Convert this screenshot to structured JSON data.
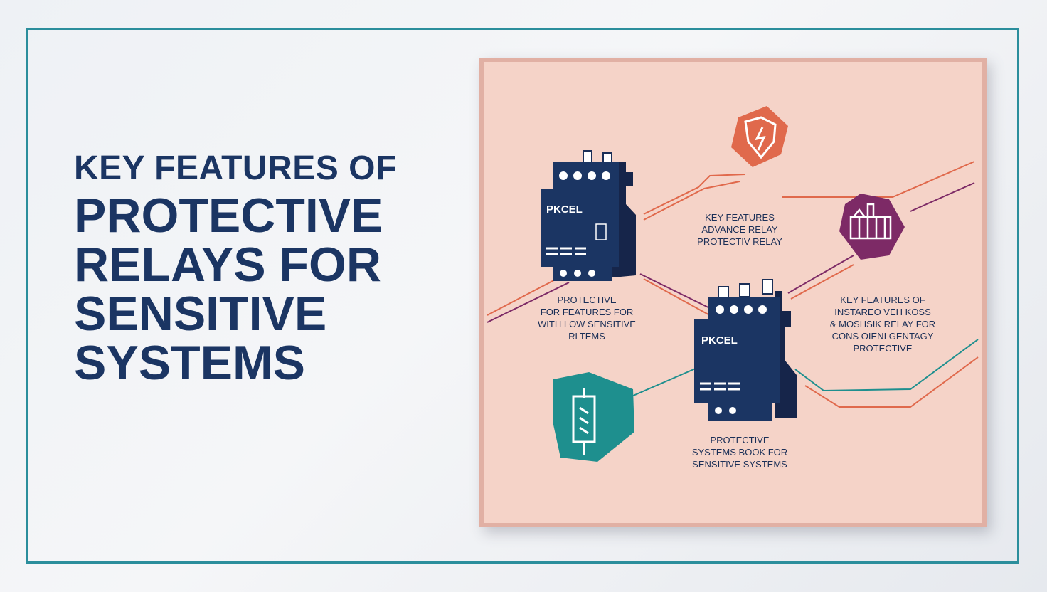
{
  "title": {
    "line1": "KEY FEATURES OF",
    "line2": "PROTECTIVE",
    "line3": "RELAYS FOR",
    "line4": "SENSITIVE",
    "line5": "SYSTEMS"
  },
  "infographic": {
    "relay_top_label": "PKCEL",
    "relay_center_label": "PKCEL",
    "caption_top": [
      "KEY FEATURES",
      "ADVANCE RELAY",
      "PROTECTIV RELAY"
    ],
    "caption_left": [
      "PROTECTIVE",
      "FOR FEATURES FOR",
      "WITH LOW SENSITIVE",
      "RLTEMS"
    ],
    "caption_right": [
      "KEY FEATURES OF",
      "INSTAREO VEH KOSS",
      "& MOSHSIK RELAY FOR",
      "CONS OIENI GENTAGY",
      "PROTECTIVE"
    ],
    "caption_bottom": [
      "PROTECTIVE",
      "SYSTEMS BOOK FOR",
      "SENSITIVE SYSTEMS"
    ]
  },
  "colors": {
    "navy": "#1b3563",
    "frame_teal": "#2b8e9c",
    "panel_pink": "#f5d3c8",
    "hex_orange": "#e0694c",
    "hex_purple": "#7d2a66",
    "hex_teal": "#1e8f8e"
  },
  "icons": {
    "hex_top": "shield-lightning-icon",
    "hex_right": "factory-icon",
    "hex_left": "fuse-icon"
  }
}
